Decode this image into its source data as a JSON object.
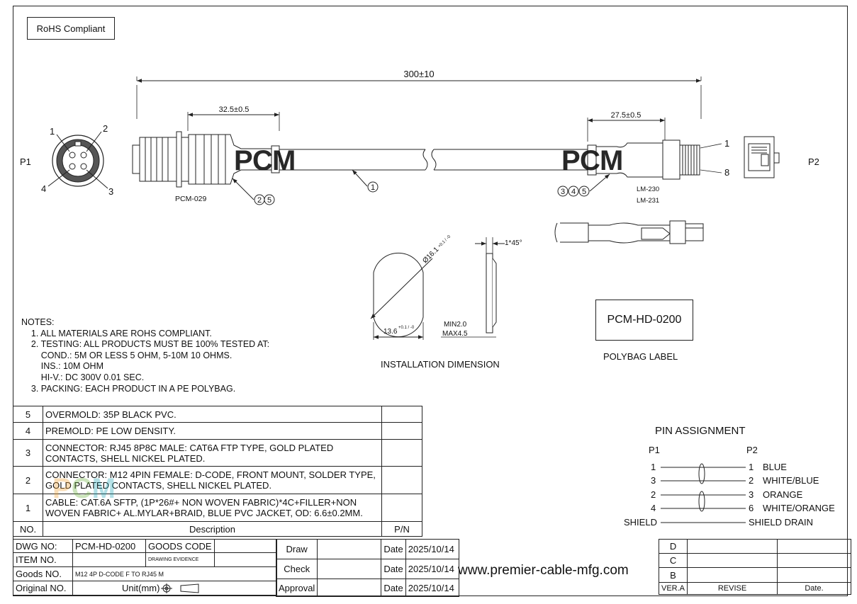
{
  "rohs": "RoHS Compliant",
  "drawing": {
    "p1": "P1",
    "p2": "P2",
    "pin1_top": "1",
    "pin2_top": "2",
    "pin3_bot": "3",
    "pin4_bot": "4",
    "rj_pin1": "1",
    "rj_pin8": "8",
    "overall_length": "300±10",
    "left_len": "32.5±0.5",
    "right_len": "27.5±0.5",
    "left_part": "PCM-029",
    "right_part1": "LM-230",
    "right_part2": "LM-231",
    "callout_cable": "1",
    "callout_left_a": "2",
    "callout_left_b": "5",
    "callout_right_a": "3",
    "callout_right_b": "4",
    "callout_right_c": "5",
    "watermark": "PCM",
    "dia": "Ø16.1",
    "dia_tol": "+0.1 / -0",
    "flat": "13.6",
    "flat_tol": "+0.1 / -0",
    "chamfer": "1*45°",
    "min_thk": "MIN2.0",
    "max_thk": "MAX4.5",
    "install_caption": "INSTALLATION DIMENSION",
    "polybag_text": "PCM-HD-0200",
    "polybag_caption": "POLYBAG LABEL"
  },
  "notes": [
    "NOTES:",
    "    1. ALL MATERIALS ARE ROHS COMPLIANT.",
    "    2. TESTING: ALL PRODUCTS MUST BE 100% TESTED AT:",
    "        COND.: 5M OR LESS 5 OHM, 5-10M 10 OHMS.",
    "        INS.: 10M OHM",
    "        HI-V.: DC 300V 0.01 SEC.",
    "    3. PACKING: EACH PRODUCT IN A PE POLYBAG."
  ],
  "bom": {
    "rows": [
      {
        "no": "5",
        "desc": "OVERMOLD: 35P BLACK PVC."
      },
      {
        "no": "4",
        "desc": "PREMOLD: PE LOW DENSITY."
      },
      {
        "no": "3",
        "desc": "CONNECTOR: RJ45 8P8C MALE: CAT6A FTP TYPE, GOLD PLATED CONTACTS, SHELL NICKEL PLATED."
      },
      {
        "no": "2",
        "desc": "CONNECTOR: M12 4PIN FEMALE: D-CODE, FRONT MOUNT, SOLDER TYPE, GOLD PLATED CONTACTS, SHELL NICKEL PLATED."
      },
      {
        "no": "1",
        "desc": "CABLE: CAT.6A SFTP, (1P*26#+ NON WOVEN FABRIC)*4C+FILLER+NON WOVEN FABRIC+ AL.MYLAR+BRAID, BLUE PVC JACKET,  OD: 6.6±0.2MM."
      }
    ],
    "h_no": "NO.",
    "h_desc": "Description",
    "h_pn": "P/N"
  },
  "pins": {
    "title": "PIN  ASSIGNMENT",
    "p1": "P1",
    "p2": "P2",
    "rows": [
      {
        "a": "1",
        "b": "1",
        "c": "BLUE"
      },
      {
        "a": "3",
        "b": "2",
        "c": "WHITE/BLUE"
      },
      {
        "a": "2",
        "b": "3",
        "c": "ORANGE"
      },
      {
        "a": "4",
        "b": "6",
        "c": "WHITE/ORANGE"
      }
    ],
    "shield_a": "SHIELD",
    "shield_b": "SHIELD DRAIN"
  },
  "titleblock": {
    "dwg_no_label": "DWG NO:",
    "dwg_no": "PCM-HD-0200",
    "goods_code": "GOODS CODE",
    "item_no": "ITEM NO.",
    "drawing_evidence": "DRAWING EVIDENCE",
    "goods_no_label": "Goods NO.",
    "goods_no": "M12 4P D-CODE F TO RJ45 M",
    "original_no": "Original NO.",
    "unit": "Unit(mm)",
    "draw": "Draw",
    "check": "Check",
    "approval": "Approval",
    "date_label": "Date",
    "date": "2025/10/14",
    "url": "www.premier-cable-mfg.com",
    "rev_d": "D",
    "rev_c": "C",
    "rev_b": "B",
    "ver": "VER.A",
    "revise": "REVISE",
    "rdate": "Date."
  },
  "colors": {
    "pcm_p": "#f0a030",
    "pcm_c": "#6db33f",
    "pcm_m": "#25a8b8",
    "line": "#222222"
  }
}
